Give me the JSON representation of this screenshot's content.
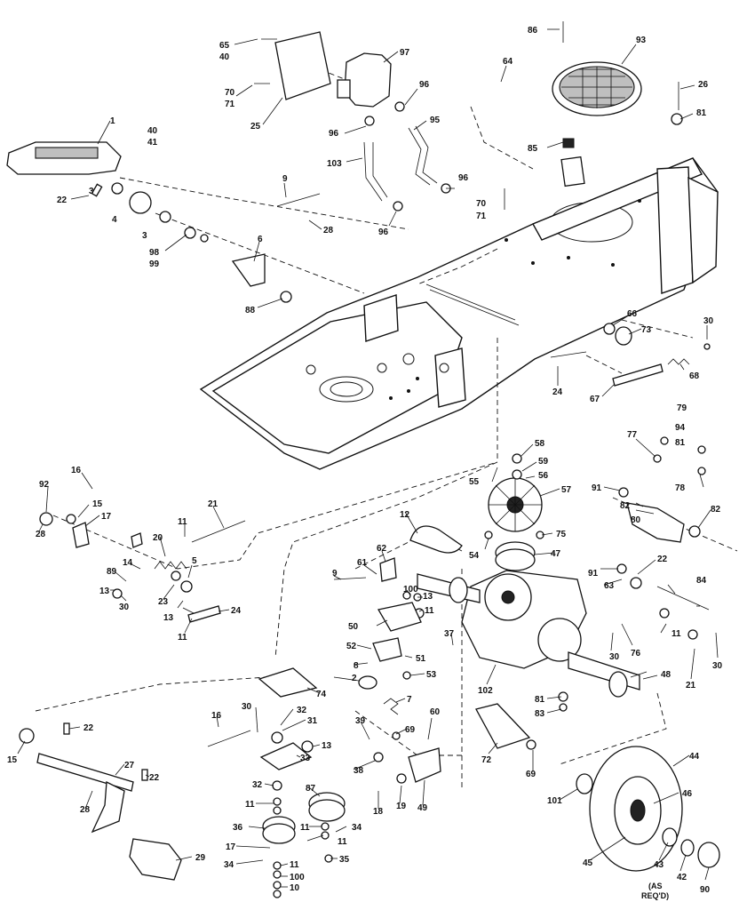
{
  "diagram": {
    "callouts": [
      "86",
      "93",
      "65",
      "40",
      "97",
      "64",
      "26",
      "70",
      "71",
      "96",
      "81",
      "25",
      "1",
      "95",
      "40",
      "41",
      "96",
      "85",
      "103",
      "22",
      "3",
      "9",
      "70",
      "71",
      "96",
      "4",
      "28",
      "96",
      "3",
      "6",
      "98",
      "99",
      "88",
      "66",
      "73",
      "30",
      "68",
      "24",
      "67",
      "79",
      "94",
      "58",
      "77",
      "81",
      "59",
      "16",
      "92",
      "55",
      "56",
      "57",
      "91",
      "78",
      "15",
      "17",
      "82",
      "21",
      "80",
      "82",
      "12",
      "28",
      "11",
      "20",
      "75",
      "54",
      "47",
      "62",
      "9",
      "61",
      "14",
      "5",
      "89",
      "91",
      "22",
      "63",
      "13",
      "100",
      "13",
      "84",
      "30",
      "23",
      "11",
      "13",
      "24",
      "11",
      "50",
      "37",
      "11",
      "52",
      "51",
      "30",
      "76",
      "8",
      "30",
      "2",
      "53",
      "102",
      "48",
      "21",
      "74",
      "81",
      "83",
      "7",
      "16",
      "30",
      "32",
      "22",
      "31",
      "60",
      "39",
      "69",
      "15",
      "13",
      "33",
      "27",
      "72",
      "44",
      "38",
      "69",
      "22",
      "32",
      "87",
      "28",
      "11",
      "18",
      "19",
      "49",
      "101",
      "46",
      "36",
      "11",
      "34",
      "17",
      "11",
      "29",
      "35",
      "34",
      "11",
      "45",
      "43",
      "42",
      "100",
      "90",
      "10"
    ],
    "note": [
      "(AS",
      "REQ'D)"
    ]
  }
}
